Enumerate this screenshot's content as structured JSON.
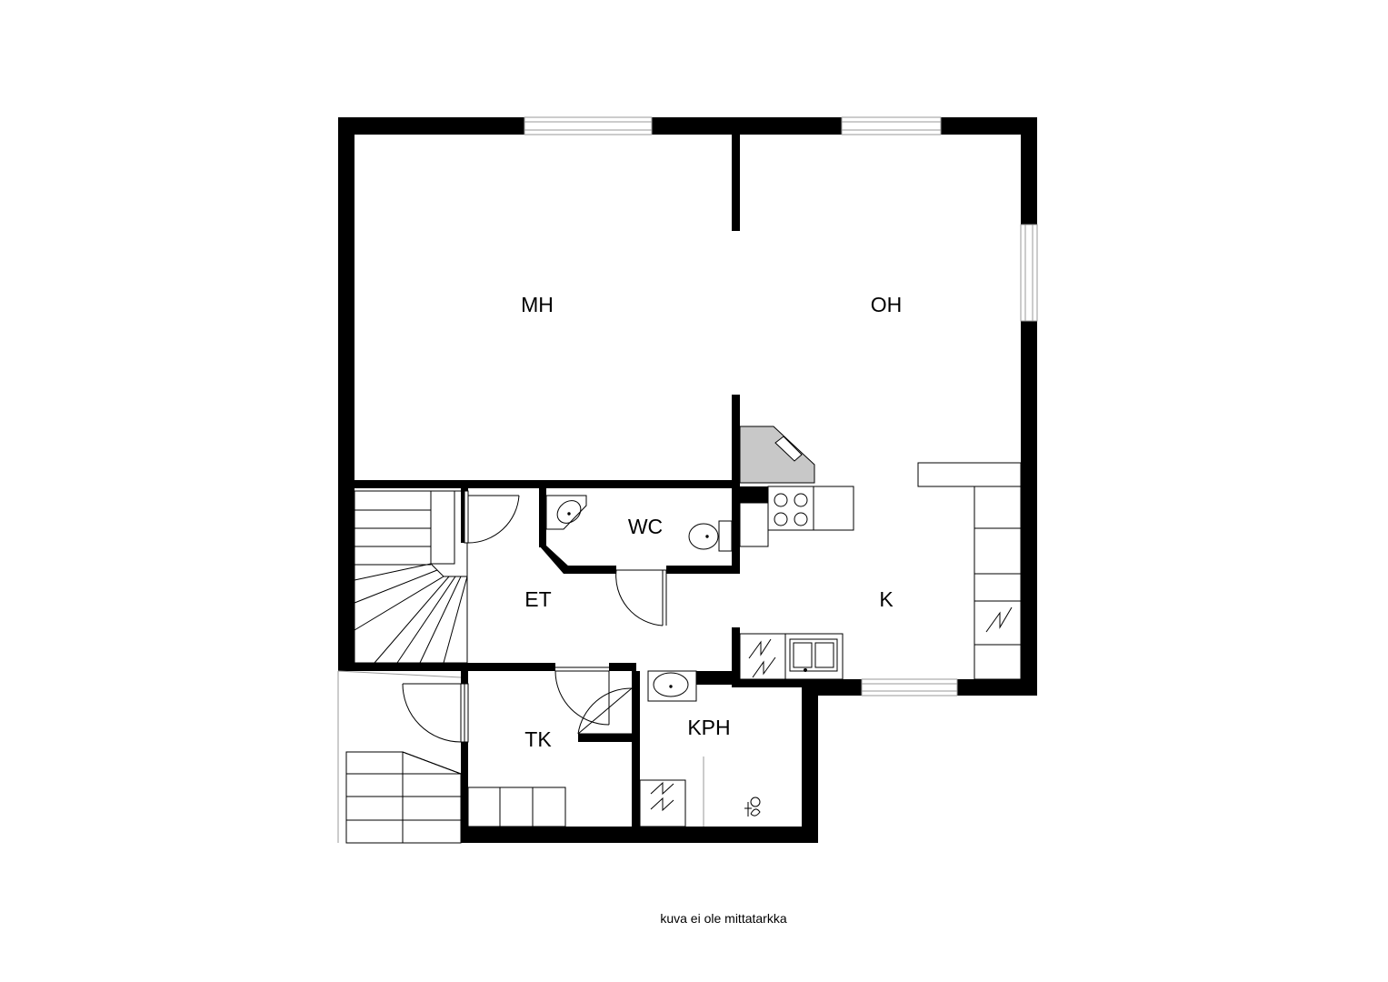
{
  "rooms": {
    "mh": "MH",
    "oh": "OH",
    "wc": "WC",
    "et": "ET",
    "k": "K",
    "tk": "TK",
    "kph": "KPH"
  },
  "caption": "kuva ei ole mittatarkka",
  "colors": {
    "wall": "#000000",
    "fixture_line": "#000000",
    "chimney_fill": "#c8c8c8",
    "window_line": "#9a9a9a",
    "background": "#ffffff"
  }
}
